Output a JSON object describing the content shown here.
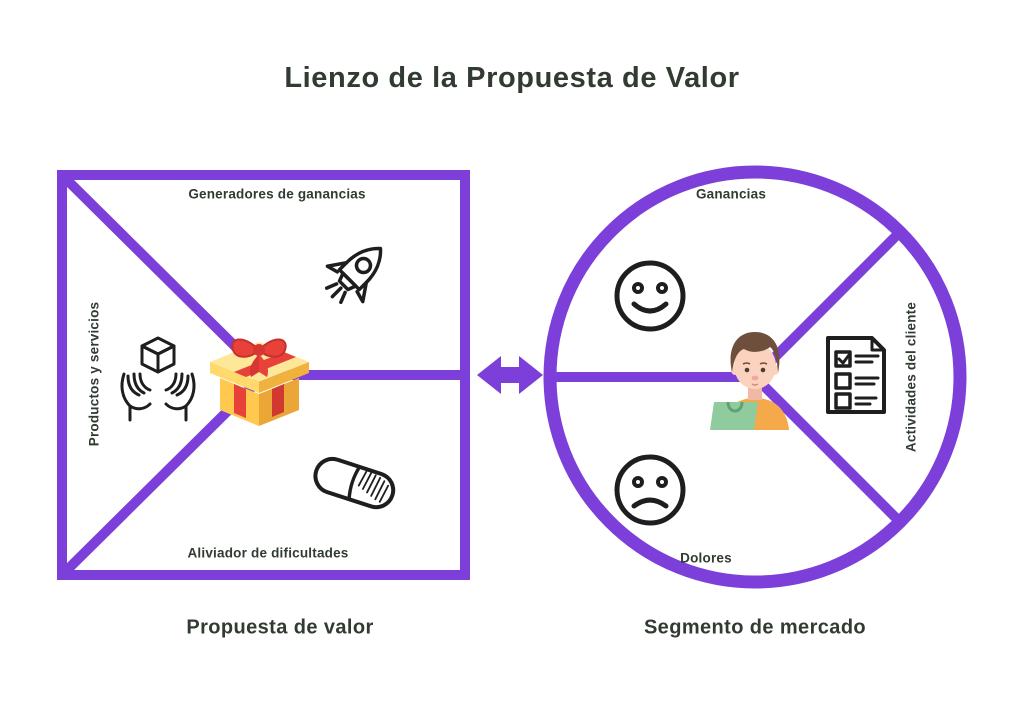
{
  "title": "Lienzo de la Propuesta de Valor",
  "colors": {
    "purple": "#7d3fd9",
    "text": "#313b31",
    "icon_stroke": "#1e1e1e"
  },
  "value_proposition": {
    "caption": "Propuesta de valor",
    "center_icon": "gift-box-illustration",
    "sections": {
      "top": {
        "label": "Generadores de ganancias",
        "icon": "rocket-icon"
      },
      "left": {
        "label": "Productos y servicios",
        "icon": "hands-product-icon"
      },
      "bottom": {
        "label": "Aliviador de dificultades",
        "icon": "pill-icon"
      }
    }
  },
  "market_segment": {
    "caption": "Segmento de mercado",
    "center_icon": "customer-avatar-illustration",
    "sections": {
      "top": {
        "label": "Ganancias",
        "icon": "happy-face-icon"
      },
      "right": {
        "label": "Actividades del cliente",
        "icon": "checklist-icon"
      },
      "bottom": {
        "label": "Dolores",
        "icon": "sad-face-icon"
      }
    }
  },
  "connector": {
    "icon": "double-arrow-icon"
  }
}
